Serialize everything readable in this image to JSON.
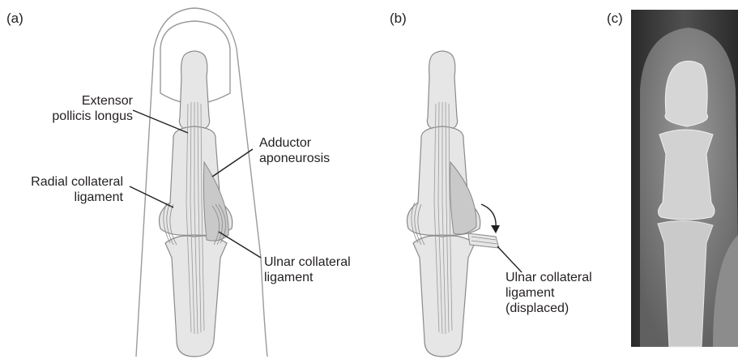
{
  "panels": {
    "a": "(a)",
    "b": "(b)",
    "c": "(c)"
  },
  "labels_a": {
    "epl_1": "Extensor",
    "epl_2": "pollicis longus",
    "add_1": "Adductor",
    "add_2": "aponeurosis",
    "rcl_1": "Radial collateral",
    "rcl_2": "ligament",
    "ucl_1": "Ulnar collateral",
    "ucl_2": "ligament"
  },
  "labels_b": {
    "ucl_1": "Ulnar collateral",
    "ucl_2": "ligament",
    "ucl_3": "(displaced)"
  },
  "colors": {
    "bone_fill": "#e6e6e6",
    "outline": "#8a8a8a",
    "aponeurosis": "#c9c9c9",
    "leader": "#231f20",
    "xray_background": "#3a3a3a"
  }
}
